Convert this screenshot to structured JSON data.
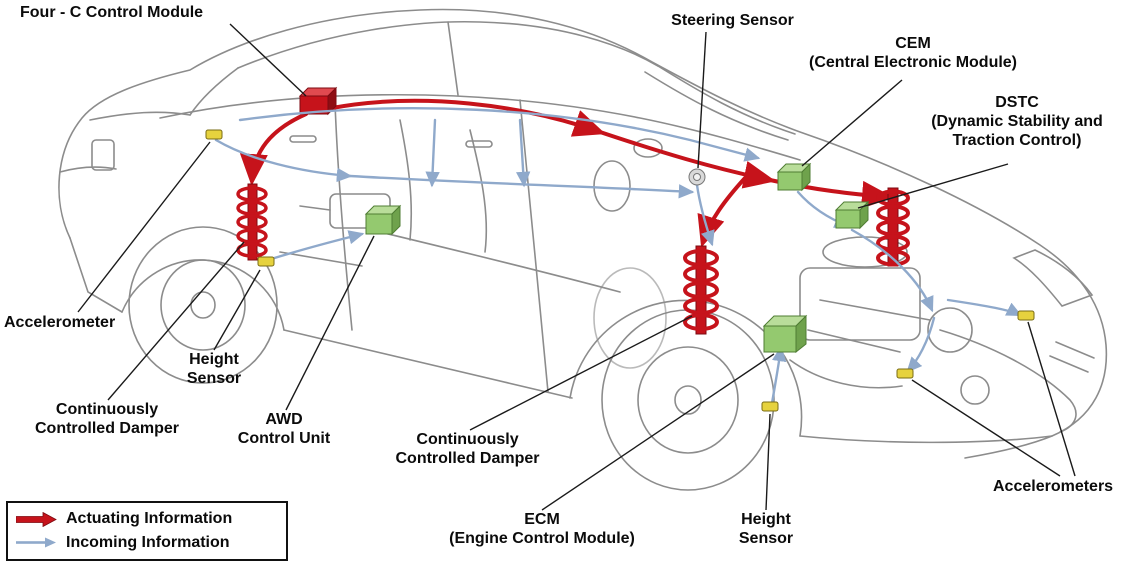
{
  "labels": {
    "four_c": "Four - C Control Module",
    "steering_sensor": "Steering Sensor",
    "cem": "CEM\n(Central Electronic Module)",
    "dstc": "DSTC\n(Dynamic Stability and\nTraction Control)",
    "accelerometer_rear": "Accelerometer",
    "height_sensor_rear": "Height\nSensor",
    "damper_rear": "Continuously\nControlled Damper",
    "awd": "AWD\nControl Unit",
    "damper_front": "Continuously\nControlled Damper",
    "ecm": "ECM\n(Engine Control Module)",
    "height_sensor_front": "Height\nSensor",
    "accelerometers_front": "Accelerometers"
  },
  "legend": {
    "actuating_label": "Actuating Information",
    "incoming_label": "Incoming Information",
    "actuating_color": "#c6131b",
    "incoming_color": "#8fa9cb"
  },
  "colors": {
    "line_art": "#8c8c8c",
    "module_green": "#94c96f",
    "sensor_yellow": "#e6d23e",
    "leader_line": "#1a1a1a"
  }
}
